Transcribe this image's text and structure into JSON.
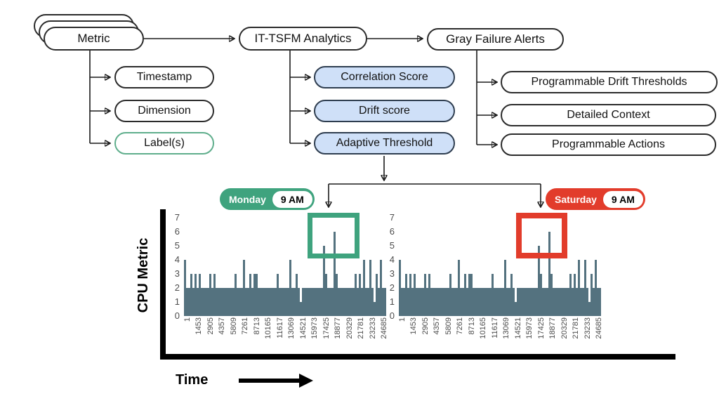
{
  "flowchart": {
    "metric": {
      "label": "Metric"
    },
    "metric_children": [
      {
        "label": "Timestamp"
      },
      {
        "label": "Dimension"
      },
      {
        "label": "Label(s)"
      }
    ],
    "analytics": {
      "label": "IT-TSFM Analytics"
    },
    "analytics_children": [
      {
        "label": "Correlation Score"
      },
      {
        "label": "Drift score"
      },
      {
        "label": "Adaptive Threshold"
      }
    ],
    "alerts": {
      "label": "Gray Failure Alerts"
    },
    "alerts_children": [
      {
        "label": "Programmable Drift Thresholds"
      },
      {
        "label": "Detailed Context"
      },
      {
        "label": "Programmable Actions"
      }
    ]
  },
  "badges": {
    "monday": {
      "day": "Monday",
      "time": "9 AM"
    },
    "saturday": {
      "day": "Saturday",
      "time": "9 AM"
    }
  },
  "axis": {
    "y_label": "CPU Metric",
    "x_label": "Time"
  },
  "colors": {
    "green": "#3fa37e",
    "red": "#e23c2b",
    "bar": "#54727f",
    "blue_fill": "#cfe0f8",
    "blue_border": "#2e3d4f",
    "label_green": "#5fae8c"
  },
  "chart_data": {
    "type": "bar",
    "title": "",
    "xlabel": "Time",
    "ylabel": "CPU Metric",
    "ylim": [
      0,
      7
    ],
    "y_ticks": [
      0,
      1,
      2,
      3,
      4,
      5,
      6,
      7
    ],
    "x_tick_labels": [
      "1",
      "1453",
      "2905",
      "4357",
      "5809",
      "7261",
      "8713",
      "10165",
      "11617",
      "13069",
      "14521",
      "15973",
      "17425",
      "18877",
      "20329",
      "21781",
      "23233",
      "24685"
    ],
    "baseline_value": 2,
    "grid": false,
    "legend": "none",
    "series": [
      {
        "name": "Monday 9 AM",
        "highlight": {
          "bar_indices": [
            66,
            71
          ],
          "peak_values": [
            5,
            6
          ]
        },
        "values": [
          4,
          2,
          2,
          3,
          2,
          3,
          2,
          3,
          2,
          2,
          2,
          2,
          3,
          2,
          3,
          2,
          2,
          2,
          2,
          2,
          2,
          2,
          2,
          2,
          3,
          2,
          2,
          2,
          4,
          2,
          2,
          3,
          2,
          3,
          3,
          2,
          2,
          2,
          2,
          2,
          2,
          2,
          2,
          2,
          3,
          2,
          2,
          2,
          2,
          2,
          4,
          2,
          2,
          3,
          2,
          1,
          2,
          2,
          2,
          2,
          2,
          2,
          2,
          2,
          2,
          2,
          5,
          3,
          2,
          2,
          2,
          6,
          3,
          2,
          2,
          2,
          2,
          2,
          2,
          2,
          2,
          3,
          2,
          3,
          2,
          4,
          2,
          2,
          4,
          2,
          1,
          3,
          2,
          4,
          2,
          2
        ]
      },
      {
        "name": "Saturday 9 AM",
        "highlight": {
          "bar_indices": [
            66,
            71
          ],
          "peak_values": [
            5,
            6
          ]
        },
        "values": [
          4,
          2,
          2,
          3,
          2,
          3,
          2,
          3,
          2,
          2,
          2,
          2,
          3,
          2,
          3,
          2,
          2,
          2,
          2,
          2,
          2,
          2,
          2,
          2,
          3,
          2,
          2,
          2,
          4,
          2,
          2,
          3,
          2,
          3,
          3,
          2,
          2,
          2,
          2,
          2,
          2,
          2,
          2,
          2,
          3,
          2,
          2,
          2,
          2,
          2,
          4,
          2,
          2,
          3,
          2,
          1,
          2,
          2,
          2,
          2,
          2,
          2,
          2,
          2,
          2,
          2,
          5,
          3,
          2,
          2,
          2,
          6,
          3,
          2,
          2,
          2,
          2,
          2,
          2,
          2,
          2,
          3,
          2,
          3,
          2,
          4,
          2,
          2,
          4,
          2,
          1,
          3,
          2,
          4,
          2,
          2
        ]
      }
    ]
  }
}
